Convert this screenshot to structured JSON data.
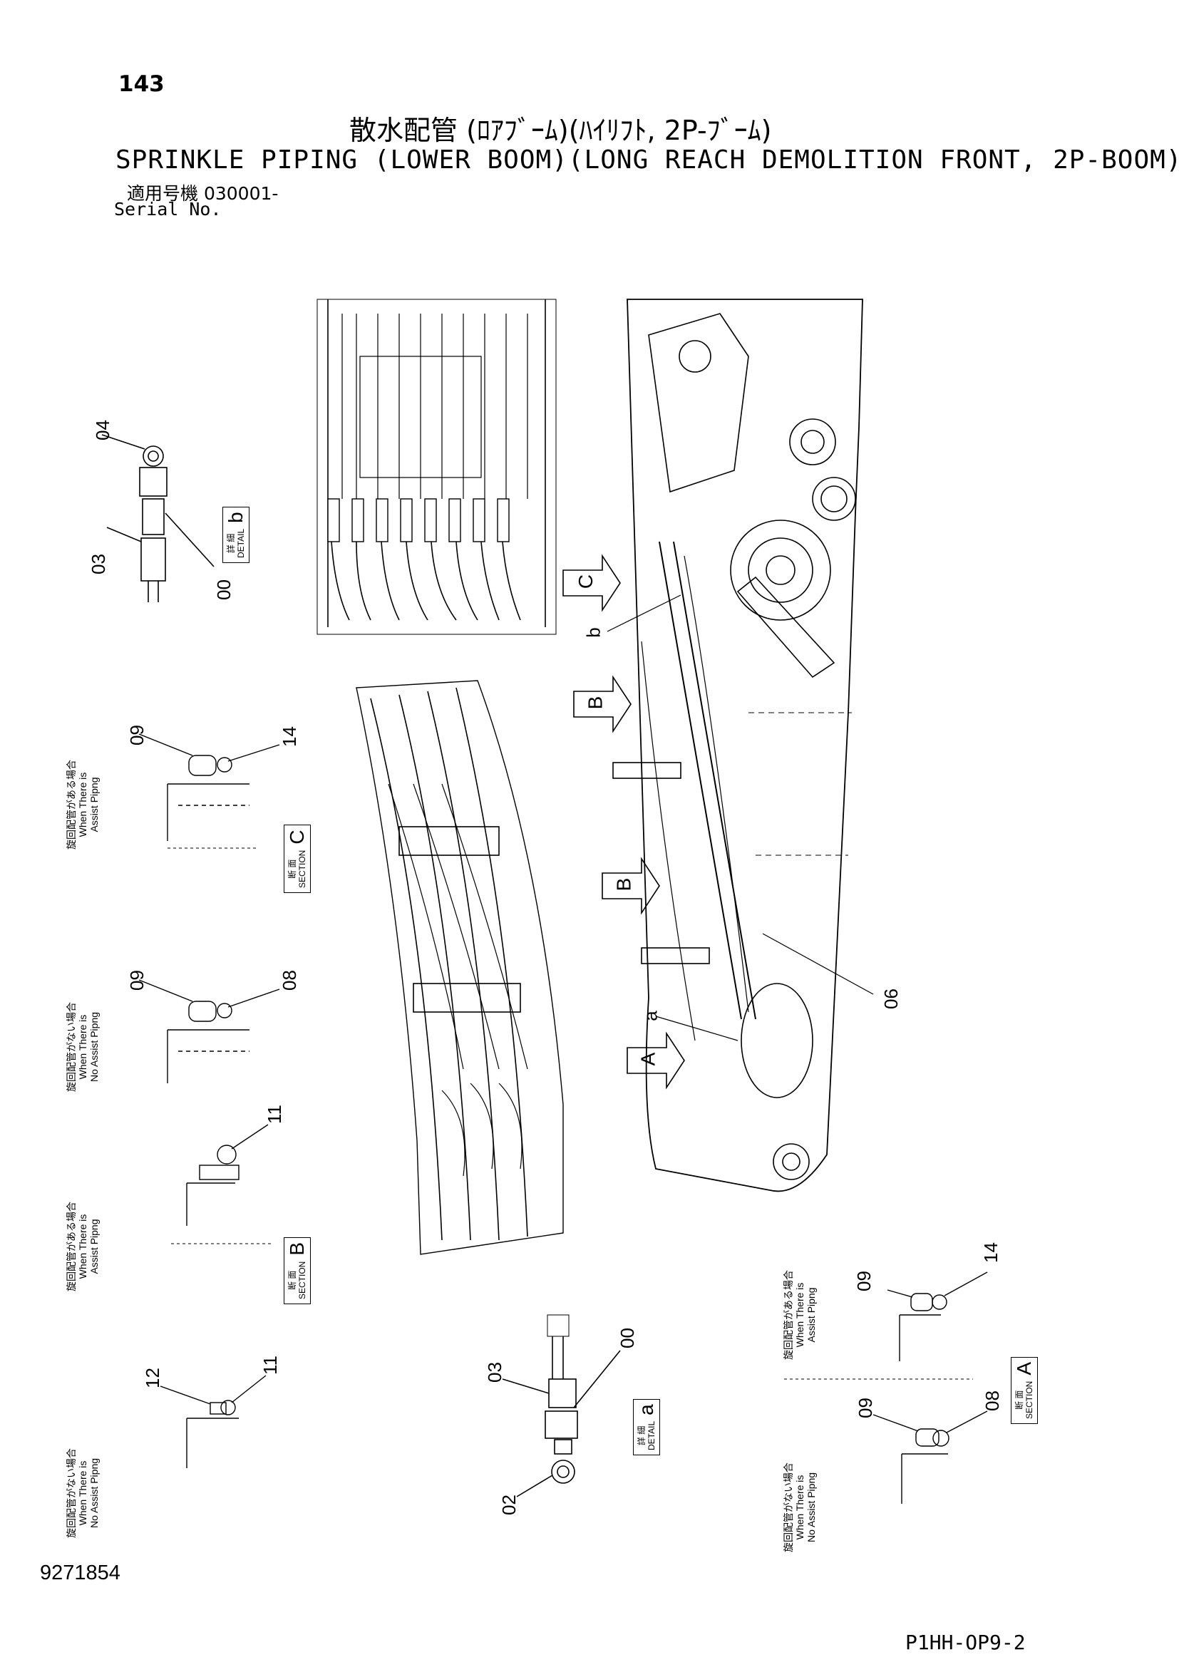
{
  "header": {
    "page_number": "143",
    "title_jp": "散水配管 (ﾛｱﾌﾞｰﾑ)(ﾊｲﾘﾌﾄ, 2P-ﾌﾞｰﾑ)",
    "title_en": "SPRINKLE PIPING (LOWER BOOM)(LONG REACH DEMOLITION FRONT, 2P-BOOM)",
    "serial_jp": "適用号機 030001-",
    "serial_en": "Serial No."
  },
  "footer": {
    "doc_id": "9271854",
    "code": "P1HH-OP9-2"
  },
  "detail_boxes": {
    "b": {
      "jp": "詳 細",
      "en": "DETAIL",
      "letter": "b"
    },
    "a": {
      "jp": "詳 細",
      "en": "DETAIL",
      "letter": "a"
    }
  },
  "section_boxes": {
    "C": {
      "jp": "断 面",
      "en": "SECTION",
      "letter": "C"
    },
    "B": {
      "jp": "断 面",
      "en": "SECTION",
      "letter": "B"
    },
    "A": {
      "jp": "断 面",
      "en": "SECTION",
      "letter": "A"
    }
  },
  "conditions": {
    "assist_jp": "旋回配管がある場合",
    "assist_en1": "When There is",
    "assist_en2": "Assist Pipng",
    "no_assist_jp": "旋回配管がない場合",
    "no_assist_en1": "When There is",
    "no_assist_en2": "No Assist Pipng"
  },
  "callouts": {
    "detail_b": [
      "04",
      "03",
      "00"
    ],
    "section_c_assist": [
      "09",
      "14"
    ],
    "section_c_none": [
      "09",
      "08"
    ],
    "section_b_assist": [
      "11"
    ],
    "section_b_none": [
      "12",
      "11"
    ],
    "detail_a": [
      "03",
      "00",
      "02"
    ],
    "section_a_assist": [
      "09",
      "14"
    ],
    "section_a_none": [
      "09",
      "08"
    ],
    "main": [
      "b",
      "a",
      "06"
    ]
  },
  "view_arrows": [
    "C",
    "B",
    "B",
    "A"
  ]
}
